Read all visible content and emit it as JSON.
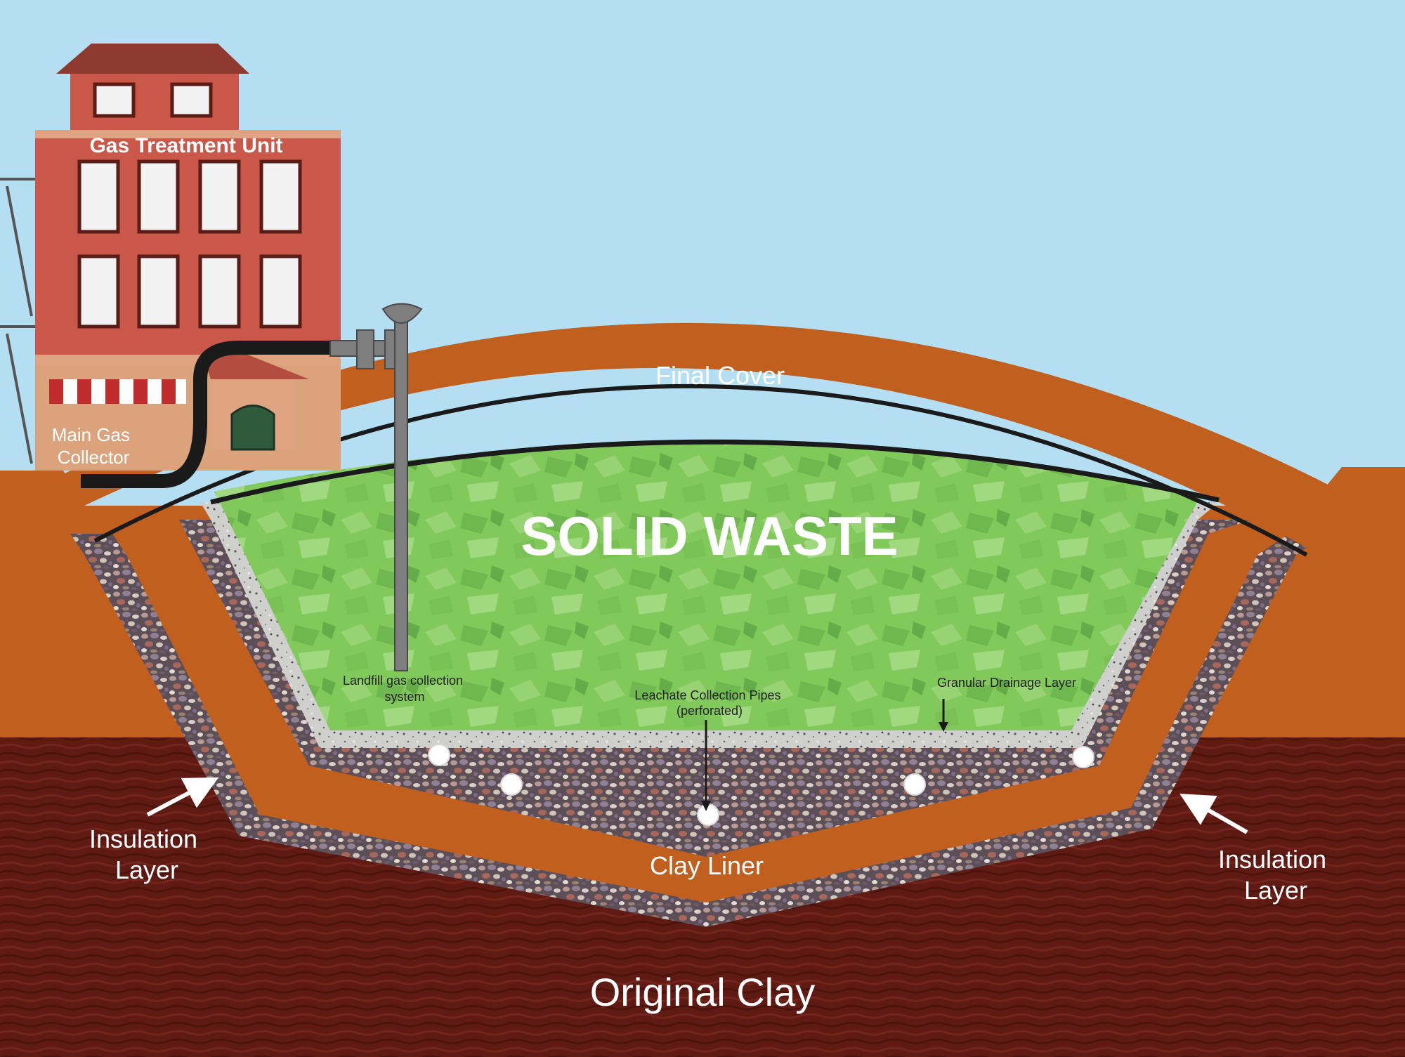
{
  "labels": {
    "gas_treatment_unit": "Gas Treatment Unit",
    "main_gas_collector": [
      "Main Gas",
      "Collector"
    ],
    "final_cover": "Final Cover",
    "solid_waste": "SOLID WASTE",
    "landfill_gas_collection_system": [
      "Landfill gas collection",
      "system"
    ],
    "leachate_collection_pipes": [
      "Leachate Collection Pipes",
      "(perforated)"
    ],
    "granular_drainage_layer": "Granular Drainage Layer",
    "insulation_layer_left": [
      "Insulation",
      "Layer"
    ],
    "insulation_layer_right": [
      "Insulation",
      "Layer"
    ],
    "clay_liner": "Clay Liner",
    "original_clay": "Original Clay"
  },
  "colors": {
    "sky": "#b4def2",
    "ground_orange": "#c05f1e",
    "original_clay": "#5e1a13",
    "waste_green": "#7fc95a",
    "gravel": "#6b5f66",
    "drainage_layer": "#cfcfcf",
    "building_red": "#c9574a",
    "gas_pipe": "#7e7e7e",
    "collector_hose": "#1a1a1a"
  },
  "icons": {
    "leachate_pipe": "white-circle",
    "annotation_arrow": "arrow-icon"
  }
}
